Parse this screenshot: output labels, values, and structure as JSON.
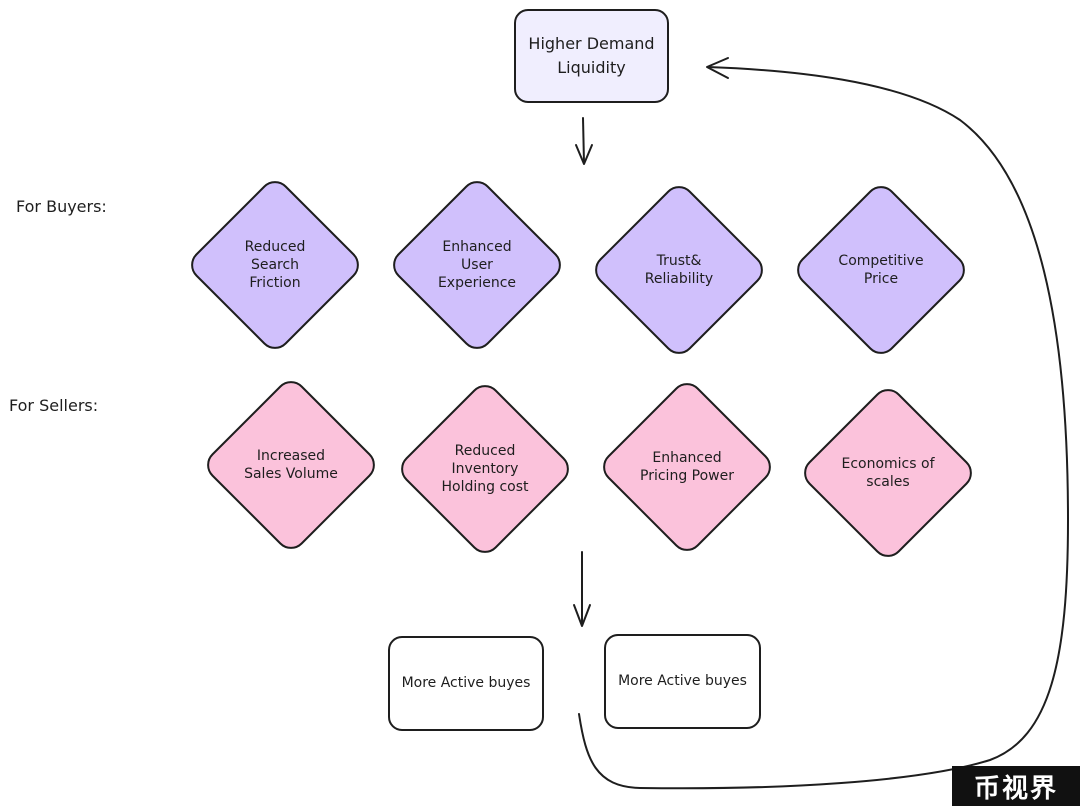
{
  "top_box": {
    "text": "Higher Demand\nLiquidity"
  },
  "buyers": {
    "label": "For Buyers:",
    "items": [
      "Reduced\nSearch\nFriction",
      "Enhanced\nUser\nExperience",
      "Trust&\nReliability",
      "Competitive\nPrice"
    ]
  },
  "sellers": {
    "label": "For Sellers:",
    "items": [
      "Increased\nSales Volume",
      "Reduced\nInventory\nHolding cost",
      "Enhanced\nPricing Power",
      "Economics of\nscales"
    ]
  },
  "bottom_boxes": [
    "More Active buyes",
    "More Active buyes"
  ],
  "watermark": "币视界",
  "colors": {
    "top_box_fill": "#f0eefe",
    "buyer_fill": "#d0c0fc",
    "seller_fill": "#fbc2db",
    "stroke": "#1e1e1e"
  }
}
